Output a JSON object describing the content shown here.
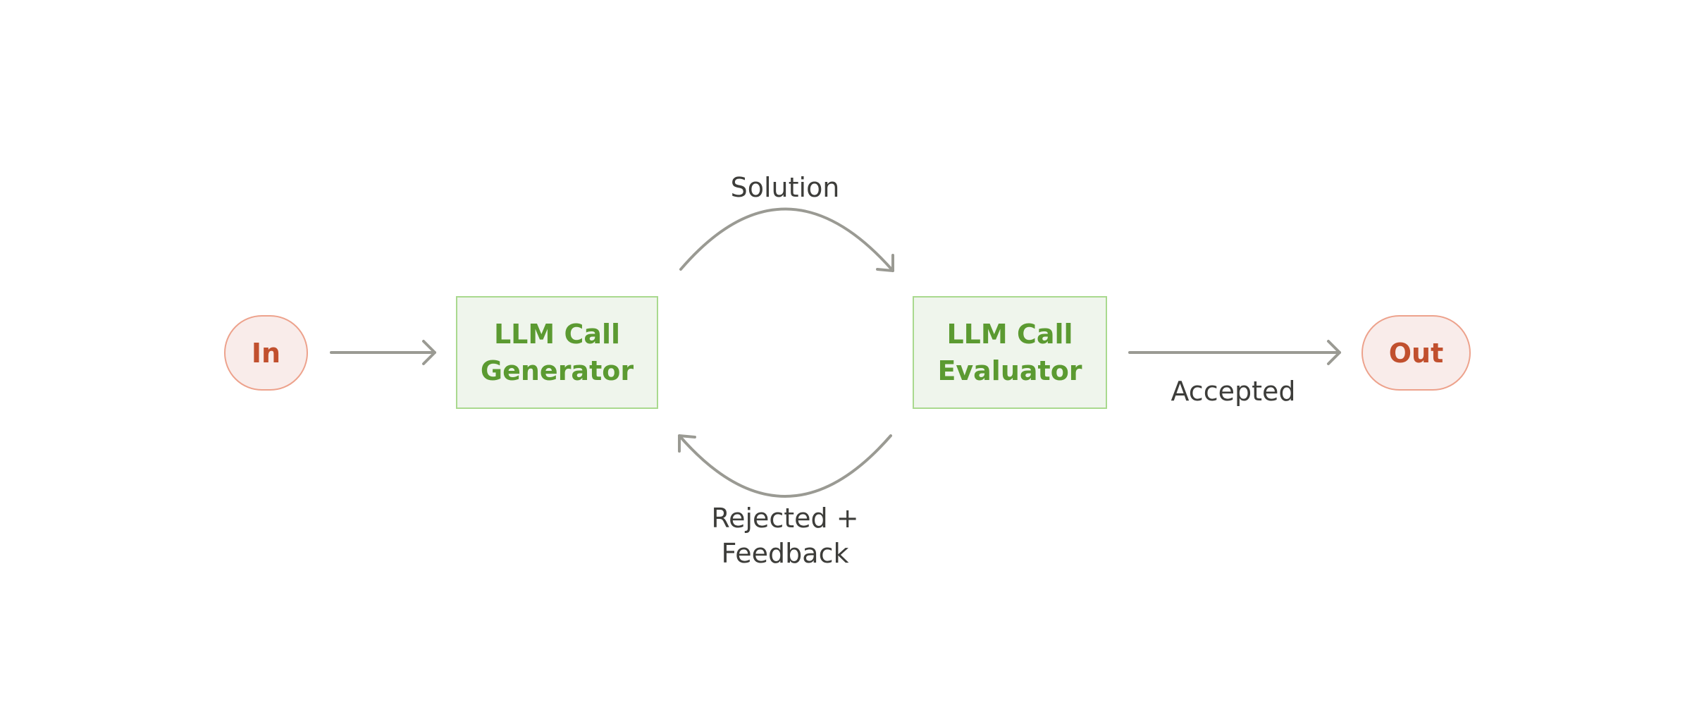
{
  "nodes": {
    "input": {
      "label": "In"
    },
    "generator": {
      "line1": "LLM Call",
      "line2": "Generator"
    },
    "evaluator": {
      "line1": "LLM Call",
      "line2": "Evaluator"
    },
    "output": {
      "label": "Out"
    }
  },
  "edges": {
    "solution": {
      "label": "Solution"
    },
    "accepted": {
      "label": "Accepted"
    },
    "feedback": {
      "line1": "Rejected +",
      "line2": "Feedback"
    }
  },
  "colors": {
    "pill_fill": "#f9ecea",
    "pill_border": "#eda28c",
    "pill_text": "#c1502e",
    "box_fill": "#eff5ec",
    "box_border": "#a9d98e",
    "box_text": "#5b9a31",
    "arrow": "#9a9a93",
    "label_text": "#3d3d3a"
  }
}
